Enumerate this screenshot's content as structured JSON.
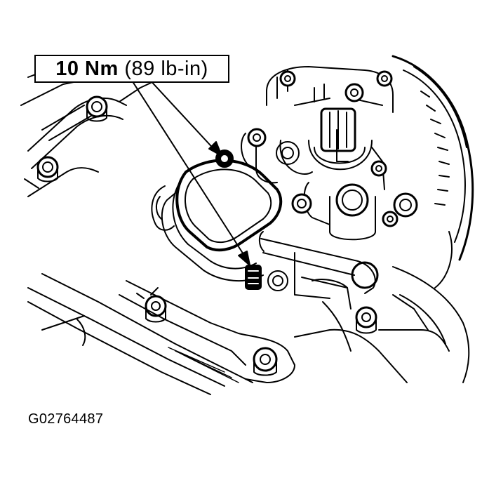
{
  "callout": {
    "value": "10",
    "unit": "Nm",
    "secondary": "(89 lb-in)"
  },
  "figure_id": "G02764487",
  "colors": {
    "ink": "#000000",
    "paper": "#ffffff"
  }
}
